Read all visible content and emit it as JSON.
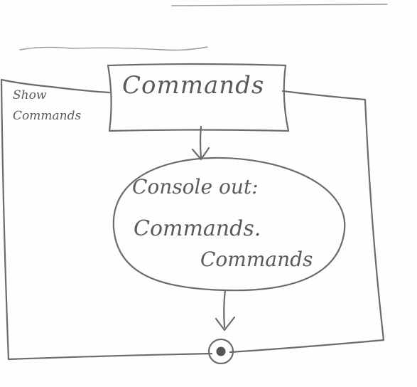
{
  "diagram": {
    "state": {
      "label": "Commands"
    },
    "guard": {
      "line1": "Show",
      "line2": "Commands"
    },
    "action": {
      "line1": "Console out:",
      "line2": "Commands.",
      "line3": "Commands"
    },
    "colors": {
      "pencil": "#6b6b6b",
      "paper": "#fefefe"
    }
  }
}
